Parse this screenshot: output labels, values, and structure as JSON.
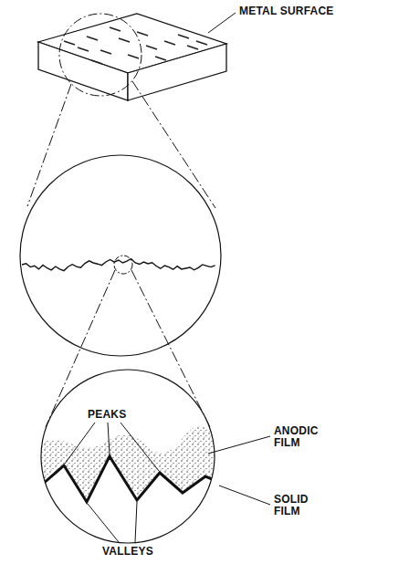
{
  "diagram": {
    "labels": [
      "METAL SURFACE",
      "PEAKS",
      "ANODIC FILM",
      "SOLID FILM",
      "VALLEYS"
    ]
  }
}
